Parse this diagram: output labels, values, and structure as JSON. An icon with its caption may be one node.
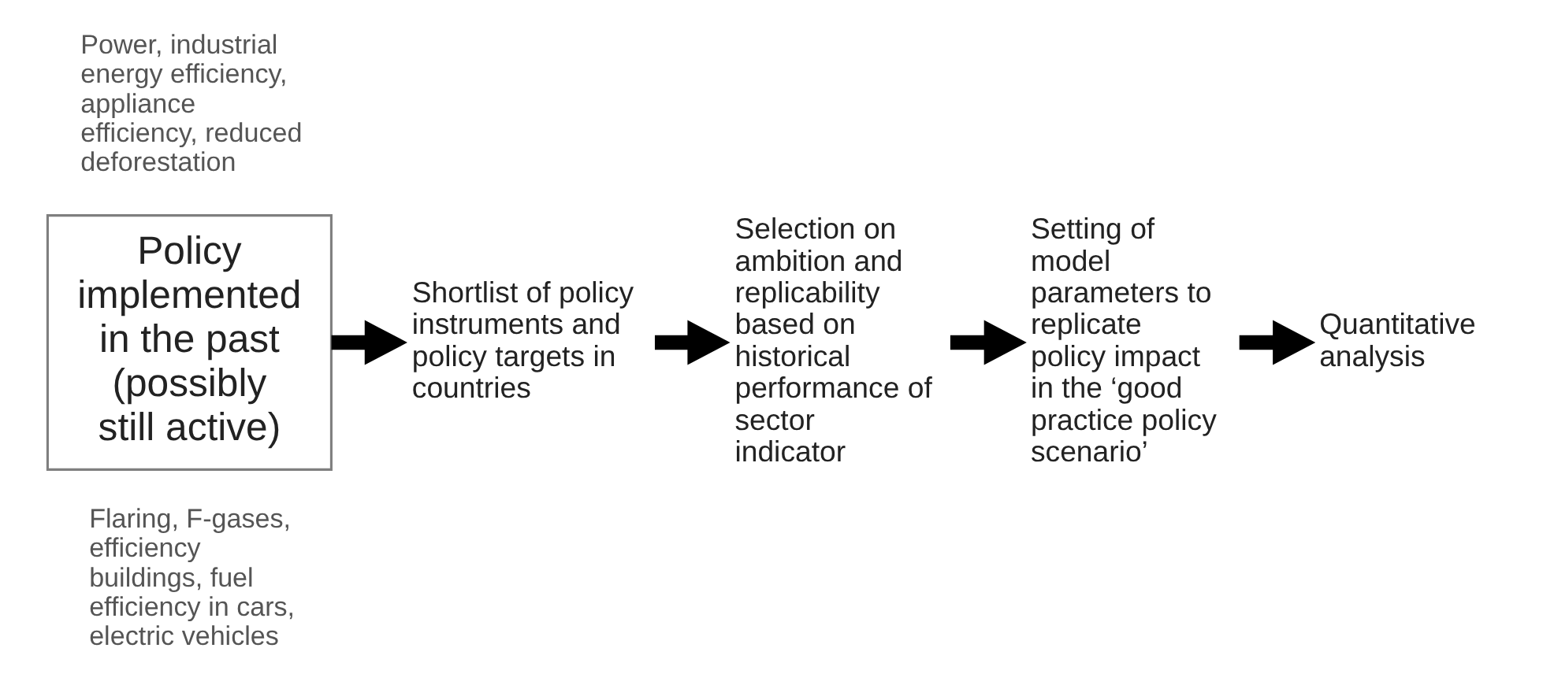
{
  "diagram": {
    "nodes": [
      {
        "text": [
          "Policy implemented in the past (possibly still active)"
        ],
        "beside": [
          "Power, industrial energy efficiency, appliance efficiency, reduced deforestation",
          "Flaring, F-gases, efficiency buildings, fuel efficiency in cars, electric vehicles"
        ]
      },
      {
        "text": [
          "Shortlist of policy instruments and policy targets in countries"
        ]
      },
      {
        "text": [
          "Selection on ambition and replicability based on historical performance of sector indicator"
        ]
      },
      {
        "text": [
          "Setting of model parameters to replicate policy impact in the ‘good practice policy scenario’"
        ]
      },
      {
        "text": [
          "Quantitative analysis"
        ]
      }
    ],
    "edges": [
      {
        "from": 0,
        "to": 1,
        "arrow": "to"
      },
      {
        "from": 1,
        "to": 2,
        "arrow": "to"
      },
      {
        "from": 2,
        "to": 3,
        "arrow": "to"
      },
      {
        "from": 3,
        "to": 4,
        "arrow": "to"
      }
    ]
  }
}
